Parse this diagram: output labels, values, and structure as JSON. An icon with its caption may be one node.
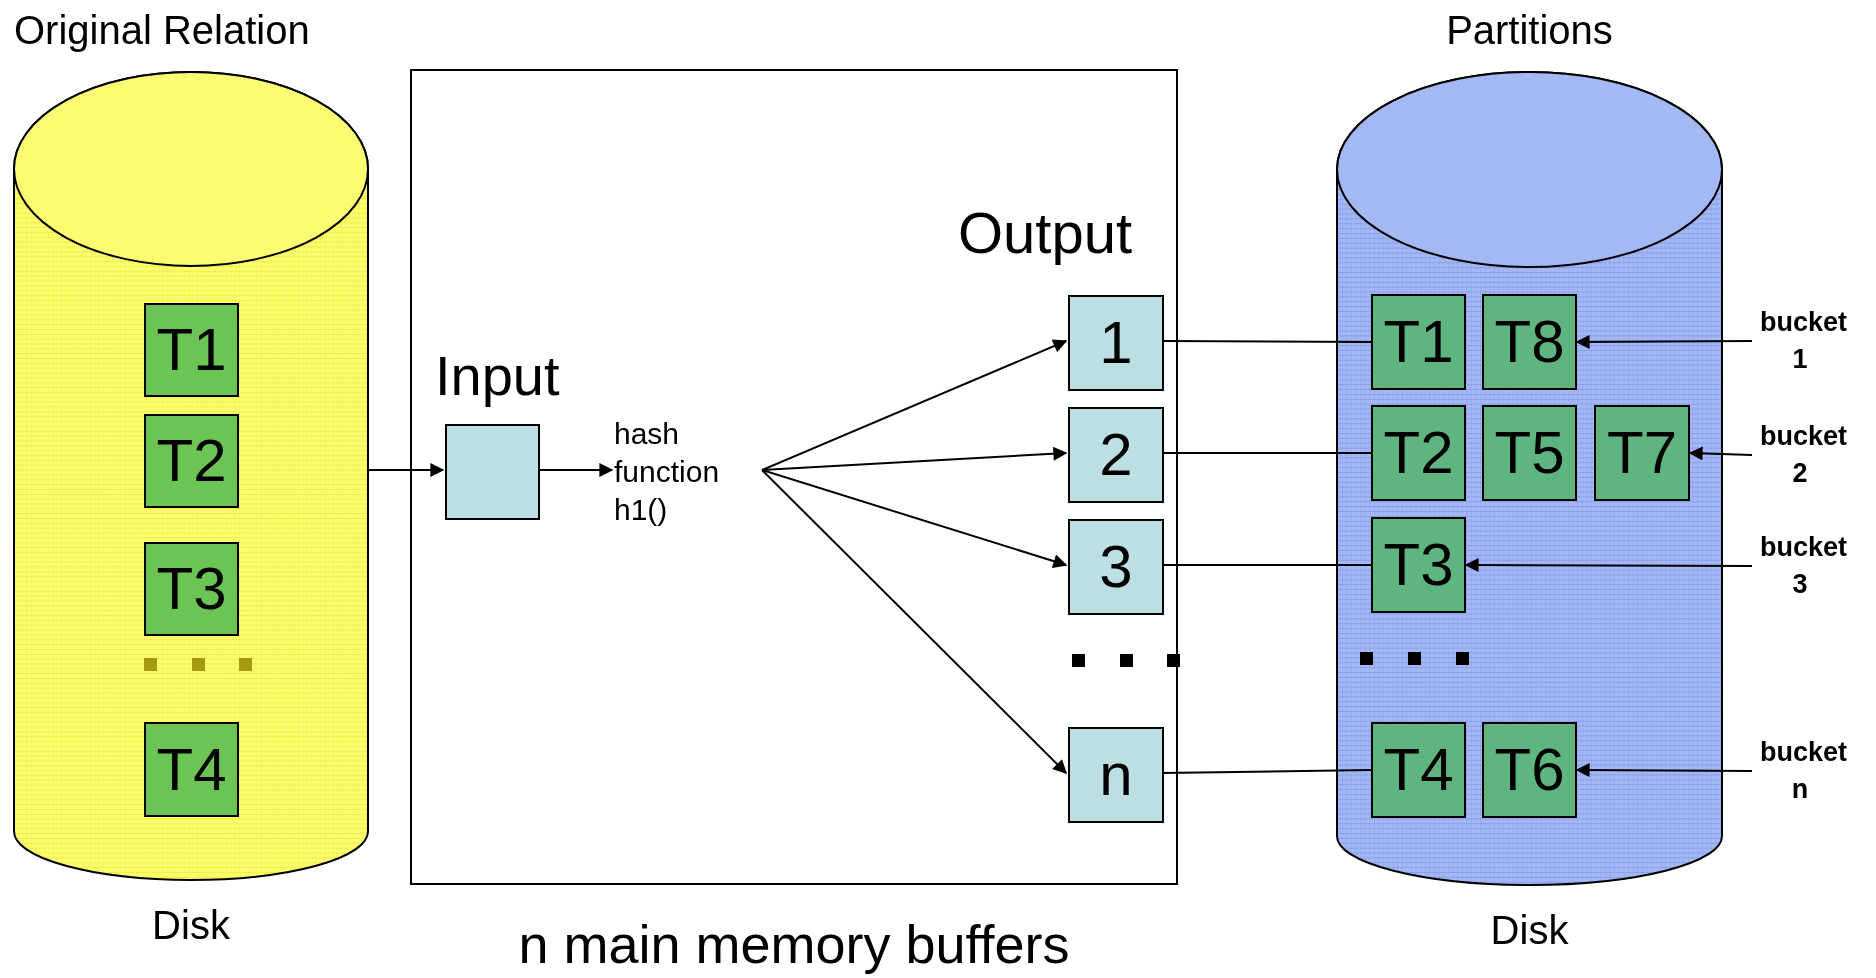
{
  "diagram": {
    "nodes": [
      {
        "text": [
          "Original Relation"
        ],
        "beside": [
          "Disk"
        ]
      },
      {
        "text": [
          "T1"
        ],
        "in": 0
      },
      {
        "text": [
          "T2"
        ],
        "in": 0
      },
      {
        "text": [
          "T3"
        ],
        "in": 0
      },
      {
        "text": [
          "T4"
        ],
        "in": 0
      },
      {
        "text": [
          "n main memory buffers"
        ]
      },
      {
        "text": [
          "Input"
        ],
        "in": 5
      },
      {
        "text": [
          "hash function h1()"
        ],
        "in": 5
      },
      {
        "text": [
          "1"
        ],
        "in": 5
      },
      {
        "text": [
          "2"
        ],
        "in": 5
      },
      {
        "text": [
          "3"
        ],
        "in": 5
      },
      {
        "text": [
          "n"
        ],
        "in": 5
      },
      {
        "text": [
          "Partitions"
        ],
        "beside": [
          "Disk"
        ]
      },
      {
        "text": [
          "T1"
        ],
        "in": 12
      },
      {
        "text": [
          "T8"
        ],
        "in": 12
      },
      {
        "text": [
          "T2"
        ],
        "in": 12
      },
      {
        "text": [
          "T5"
        ],
        "in": 12
      },
      {
        "text": [
          "T7"
        ],
        "in": 12
      },
      {
        "text": [
          "T3"
        ],
        "in": 12
      },
      {
        "text": [
          "T4"
        ],
        "in": 12
      },
      {
        "text": [
          "T6"
        ],
        "in": 12
      },
      {
        "text": [
          "bucket 1"
        ]
      },
      {
        "text": [
          "bucket 2"
        ]
      },
      {
        "text": [
          "bucket 3"
        ]
      },
      {
        "text": [
          "bucket n"
        ]
      }
    ],
    "edges": [
      {
        "from": 0,
        "to": 6,
        "arrow": "to"
      },
      {
        "from": 6,
        "to": 7,
        "arrow": "to"
      },
      {
        "from": 7,
        "to": 8,
        "arrow": "to"
      },
      {
        "from": 7,
        "to": 9,
        "arrow": "to"
      },
      {
        "from": 7,
        "to": 10,
        "arrow": "to"
      },
      {
        "from": 7,
        "to": 11,
        "arrow": "to"
      },
      {
        "from": 8,
        "to": 13,
        "arrow": "none"
      },
      {
        "from": 9,
        "to": 15,
        "arrow": "none"
      },
      {
        "from": 10,
        "to": 18,
        "arrow": "none"
      },
      {
        "from": 11,
        "to": 19,
        "arrow": "none"
      },
      {
        "from": 21,
        "to": 14,
        "arrow": "to"
      },
      {
        "from": 22,
        "to": 17,
        "arrow": "to"
      },
      {
        "from": 23,
        "to": 18,
        "arrow": "to"
      },
      {
        "from": 24,
        "to": 20,
        "arrow": "to"
      }
    ],
    "labels": [
      "Output"
    ]
  }
}
